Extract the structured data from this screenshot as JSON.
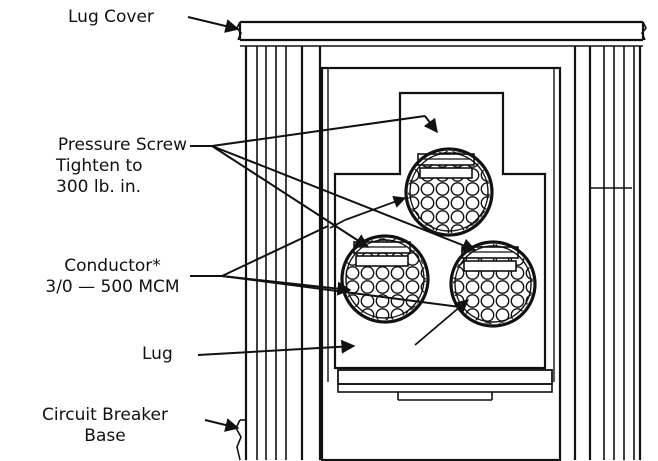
{
  "labels": {
    "lug_cover": "Lug Cover",
    "pressure_screw": [
      "Pressure Screw",
      "Tighten to",
      "300 lb. in."
    ],
    "conductor": [
      "Conductor*",
      "3/0 — 500 MCM"
    ],
    "lug": "Lug",
    "circuit_breaker_base": [
      "Circuit Breaker",
      "Base"
    ]
  },
  "colors": {
    "ink": "#111111",
    "paper": "#ffffff"
  }
}
